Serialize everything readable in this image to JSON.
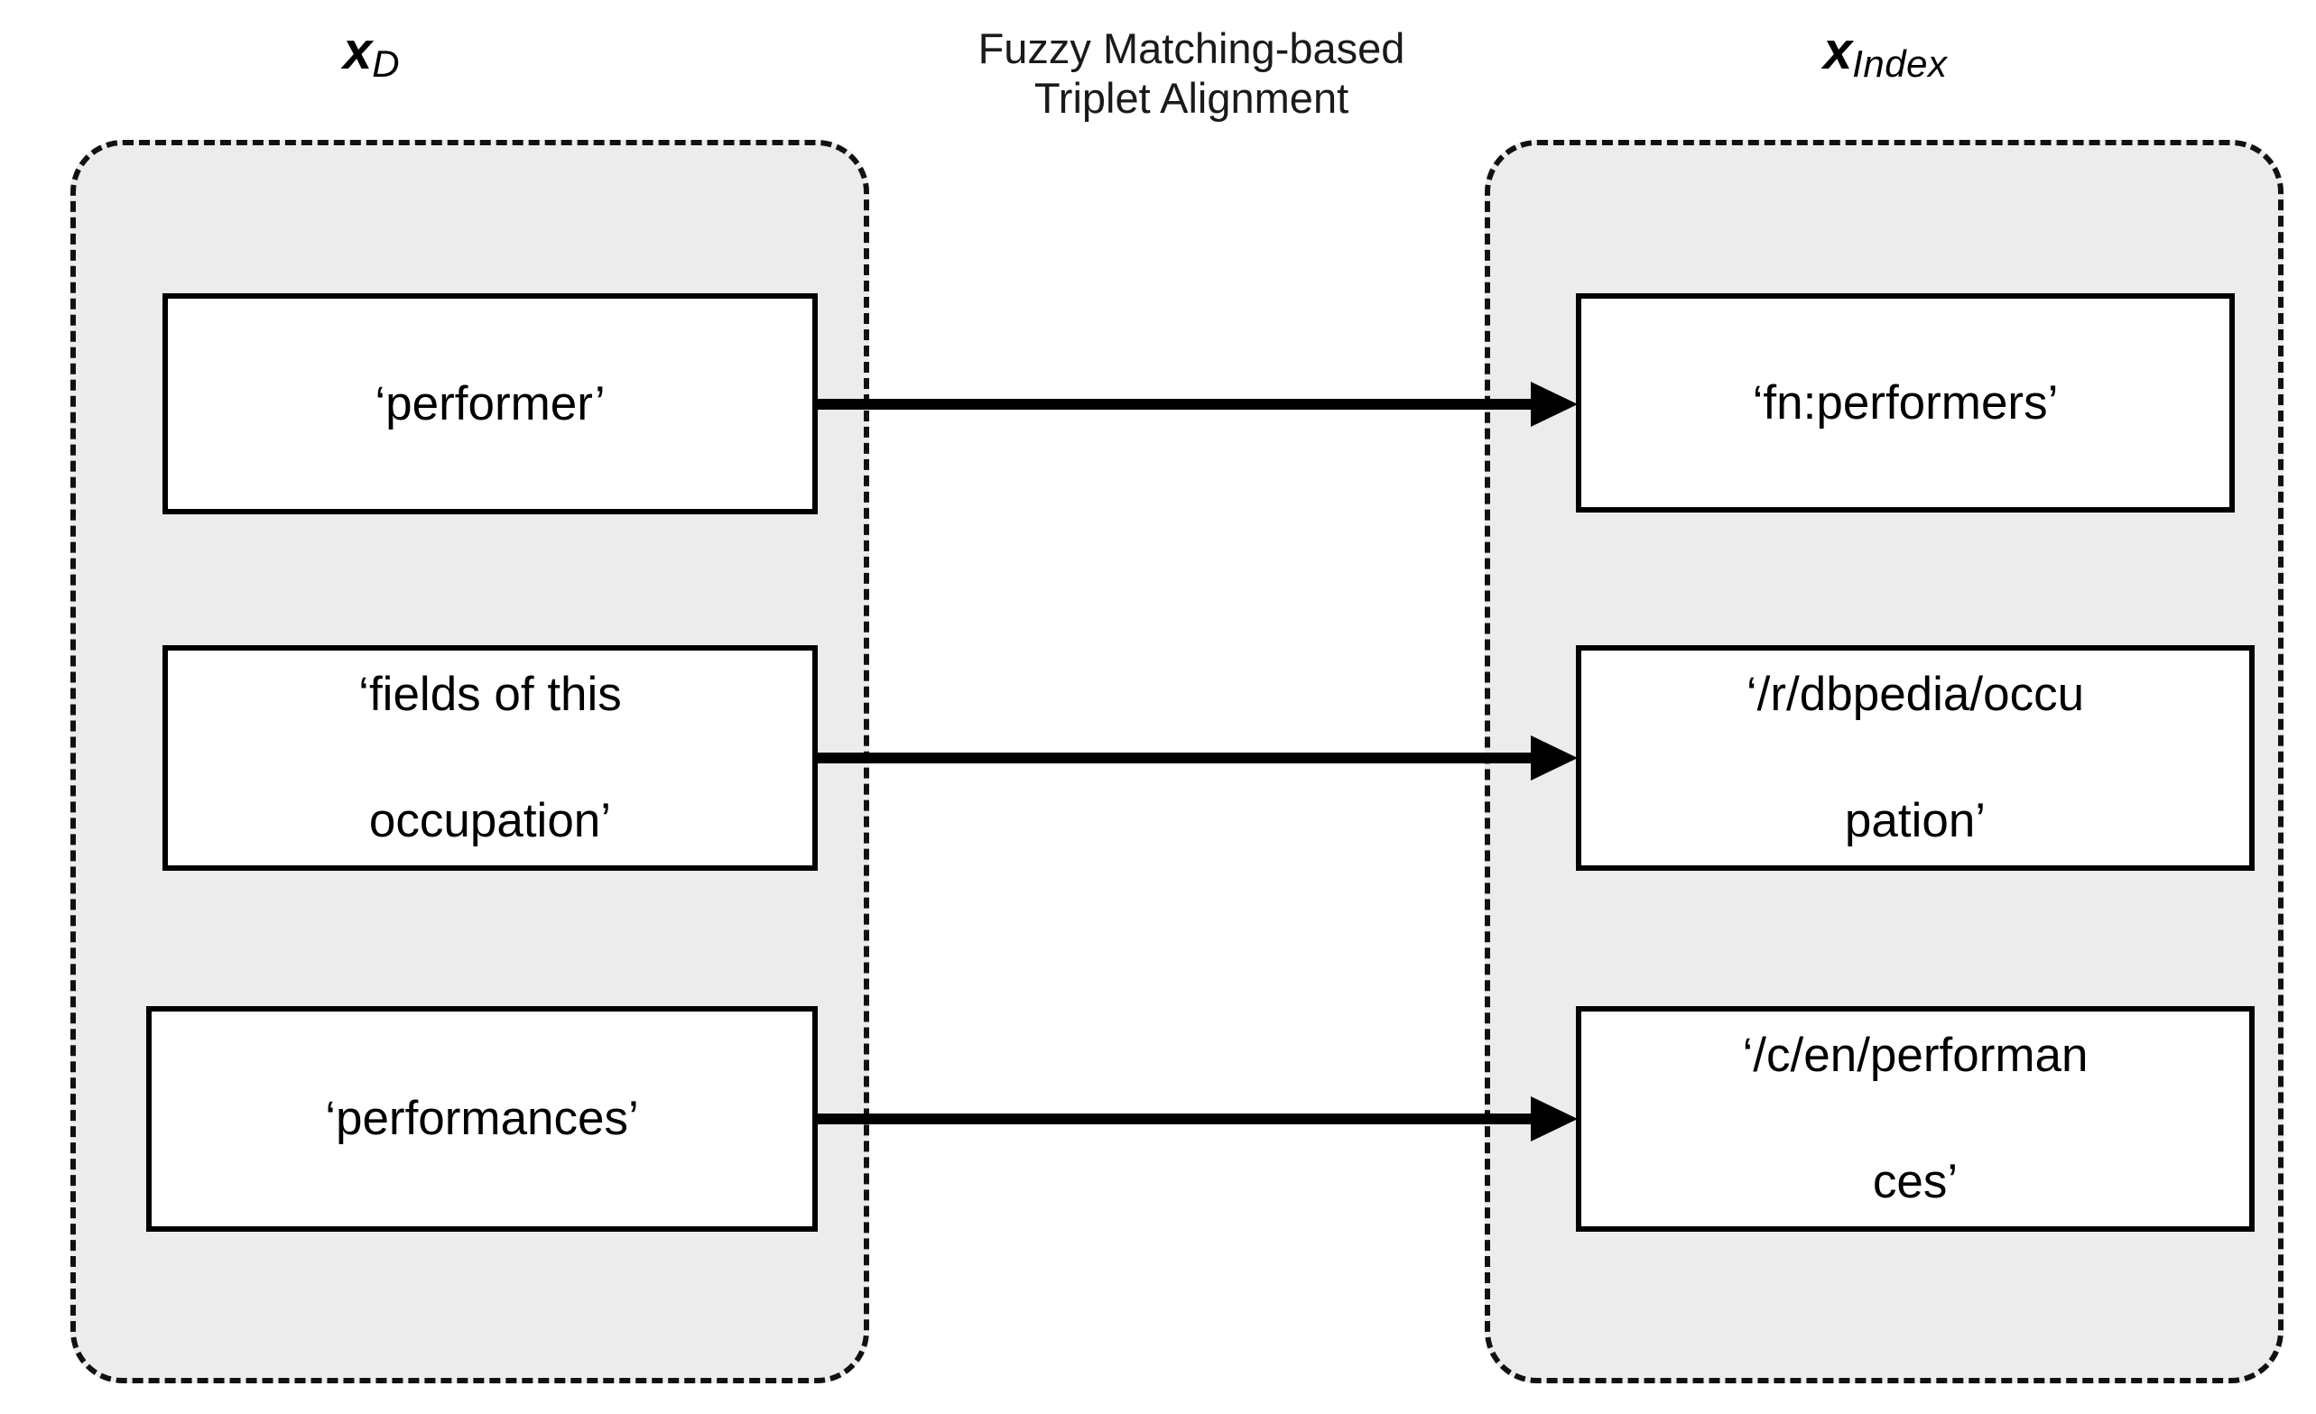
{
  "diagram": {
    "center_title": {
      "line1": "Fuzzy Matching-based",
      "line2": "Triplet Alignment"
    },
    "left_group": {
      "caption_var": "x",
      "caption_sub": "D",
      "fill_color": "#ececec",
      "border_color": "#111111",
      "items": [
        {
          "text": "‘performer’"
        },
        {
          "line1": "‘fields of this",
          "line2": "occupation’"
        },
        {
          "text": "‘performances’"
        }
      ]
    },
    "right_group": {
      "caption_var": "x",
      "caption_sub": "Index",
      "fill_color": "#ececec",
      "border_color": "#111111",
      "items": [
        {
          "text": "‘fn:performers’"
        },
        {
          "line1": "‘/r/dbpedia/occu",
          "line2": "pation’"
        },
        {
          "line1": "‘/c/en/performan",
          "line2": "ces’"
        }
      ]
    },
    "mappings": [
      {
        "from": "‘performer’",
        "to": "‘fn:performers’"
      },
      {
        "from": "‘fields of this occupation’",
        "to": "‘/r/dbpedia/occupation’"
      },
      {
        "from": "‘performances’",
        "to": "‘/c/en/performances’"
      }
    ]
  }
}
